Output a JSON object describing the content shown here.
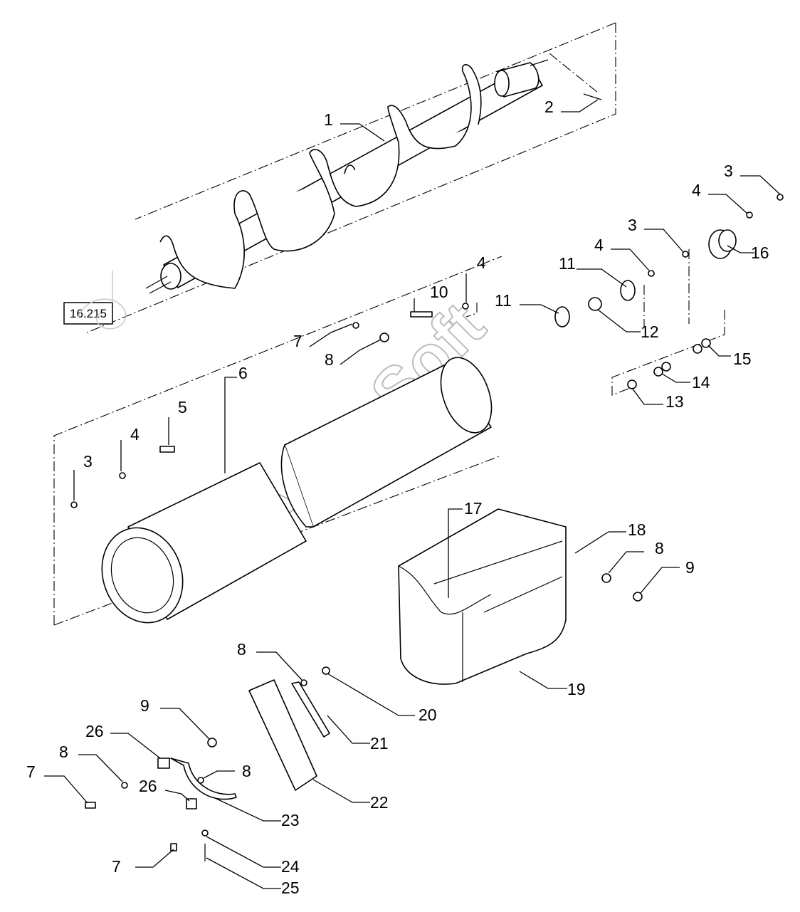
{
  "reference_box": "16.215",
  "watermark": "Auto-Soft",
  "callouts": {
    "c1": "1",
    "c2": "2",
    "c3a": "3",
    "c4a": "4",
    "c3b": "3",
    "c4b": "4",
    "c16": "16",
    "c11a": "11",
    "c11b": "11",
    "c12": "12",
    "c10": "10",
    "c4c": "4",
    "c7a": "7",
    "c8a": "8",
    "c15": "15",
    "c14": "14",
    "c13": "13",
    "c6": "6",
    "c5": "5",
    "c4d": "4",
    "c3c": "3",
    "c17": "17",
    "c18": "18",
    "c8b": "8",
    "c9a": "9",
    "c19": "19",
    "c8c": "8",
    "c20": "20",
    "c9b": "9",
    "c21": "21",
    "c26a": "26",
    "c8d": "8",
    "c7b": "7",
    "c8e": "8",
    "c26b": "26",
    "c22": "22",
    "c23": "23",
    "c7c": "7",
    "c24": "24",
    "c25": "25"
  }
}
